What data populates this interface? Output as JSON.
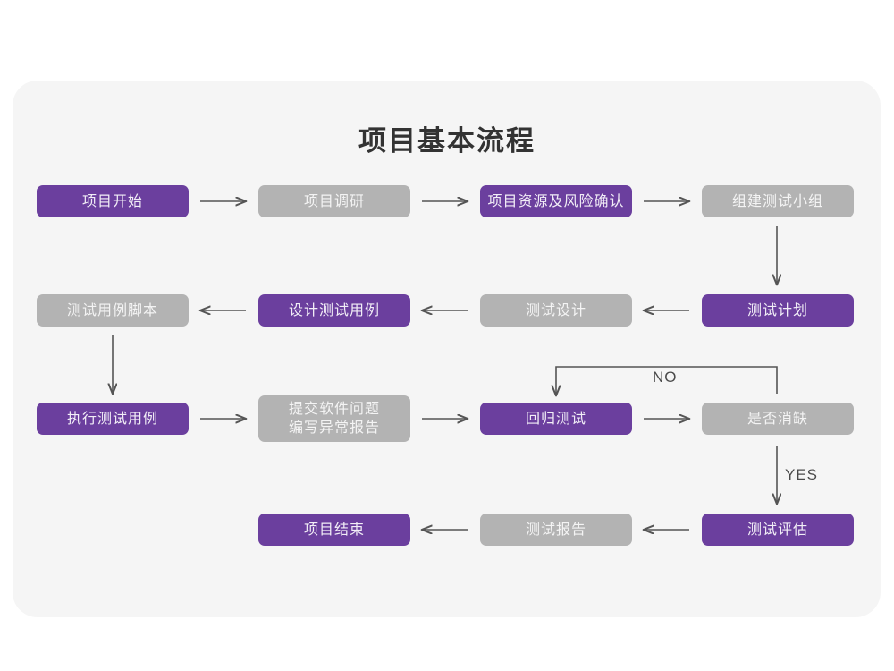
{
  "diagram": {
    "title": "项目基本流程",
    "colors": {
      "page_background": "#ffffff",
      "panel_background": "#f5f5f5",
      "node_active": "#6b3f9e",
      "node_inactive": "#b3b3b3",
      "node_active_text": "#f2eef7",
      "node_inactive_text": "#f4f4f4",
      "connector": "#555555",
      "title_text": "#333333"
    },
    "nodes": [
      {
        "id": "n1",
        "label": "项目开始",
        "style": "purple",
        "row": 1,
        "col": 1
      },
      {
        "id": "n2",
        "label": "项目调研",
        "style": "gray",
        "row": 1,
        "col": 2
      },
      {
        "id": "n3",
        "label": "项目资源及风险确认",
        "style": "purple",
        "row": 1,
        "col": 3
      },
      {
        "id": "n4",
        "label": "组建测试小组",
        "style": "gray",
        "row": 1,
        "col": 4
      },
      {
        "id": "n5",
        "label": "测试用例脚本",
        "style": "gray",
        "row": 2,
        "col": 1
      },
      {
        "id": "n6",
        "label": "设计测试用例",
        "style": "purple",
        "row": 2,
        "col": 2
      },
      {
        "id": "n7",
        "label": "测试设计",
        "style": "gray",
        "row": 2,
        "col": 3
      },
      {
        "id": "n8",
        "label": "测试计划",
        "style": "purple",
        "row": 2,
        "col": 4
      },
      {
        "id": "n9",
        "label": "执行测试用例",
        "style": "purple",
        "row": 3,
        "col": 1
      },
      {
        "id": "n10",
        "label": "提交软件问题\n编写异常报告",
        "style": "gray",
        "row": 3,
        "col": 2
      },
      {
        "id": "n11",
        "label": "回归测试",
        "style": "purple",
        "row": 3,
        "col": 3
      },
      {
        "id": "n12",
        "label": "是否消缺",
        "style": "gray",
        "row": 3,
        "col": 4
      },
      {
        "id": "n13",
        "label": "项目结束",
        "style": "purple",
        "row": 4,
        "col": 2
      },
      {
        "id": "n14",
        "label": "测试报告",
        "style": "gray",
        "row": 4,
        "col": 3
      },
      {
        "id": "n15",
        "label": "测试评估",
        "style": "purple",
        "row": 4,
        "col": 4
      }
    ],
    "edge_labels": {
      "no": "NO",
      "yes": "YES"
    },
    "edges": [
      {
        "from": "n1",
        "to": "n2",
        "direction": "right"
      },
      {
        "from": "n2",
        "to": "n3",
        "direction": "right"
      },
      {
        "from": "n3",
        "to": "n4",
        "direction": "right"
      },
      {
        "from": "n4",
        "to": "n8",
        "direction": "down"
      },
      {
        "from": "n8",
        "to": "n7",
        "direction": "left"
      },
      {
        "from": "n7",
        "to": "n6",
        "direction": "left"
      },
      {
        "from": "n6",
        "to": "n5",
        "direction": "left"
      },
      {
        "from": "n5",
        "to": "n9",
        "direction": "down"
      },
      {
        "from": "n9",
        "to": "n10",
        "direction": "right"
      },
      {
        "from": "n10",
        "to": "n11",
        "direction": "right"
      },
      {
        "from": "n11",
        "to": "n12",
        "direction": "right"
      },
      {
        "from": "n12",
        "to": "n11",
        "direction": "loop-up-left",
        "label": "NO"
      },
      {
        "from": "n12",
        "to": "n15",
        "direction": "down",
        "label": "YES"
      },
      {
        "from": "n15",
        "to": "n14",
        "direction": "left"
      },
      {
        "from": "n14",
        "to": "n13",
        "direction": "left"
      }
    ]
  }
}
